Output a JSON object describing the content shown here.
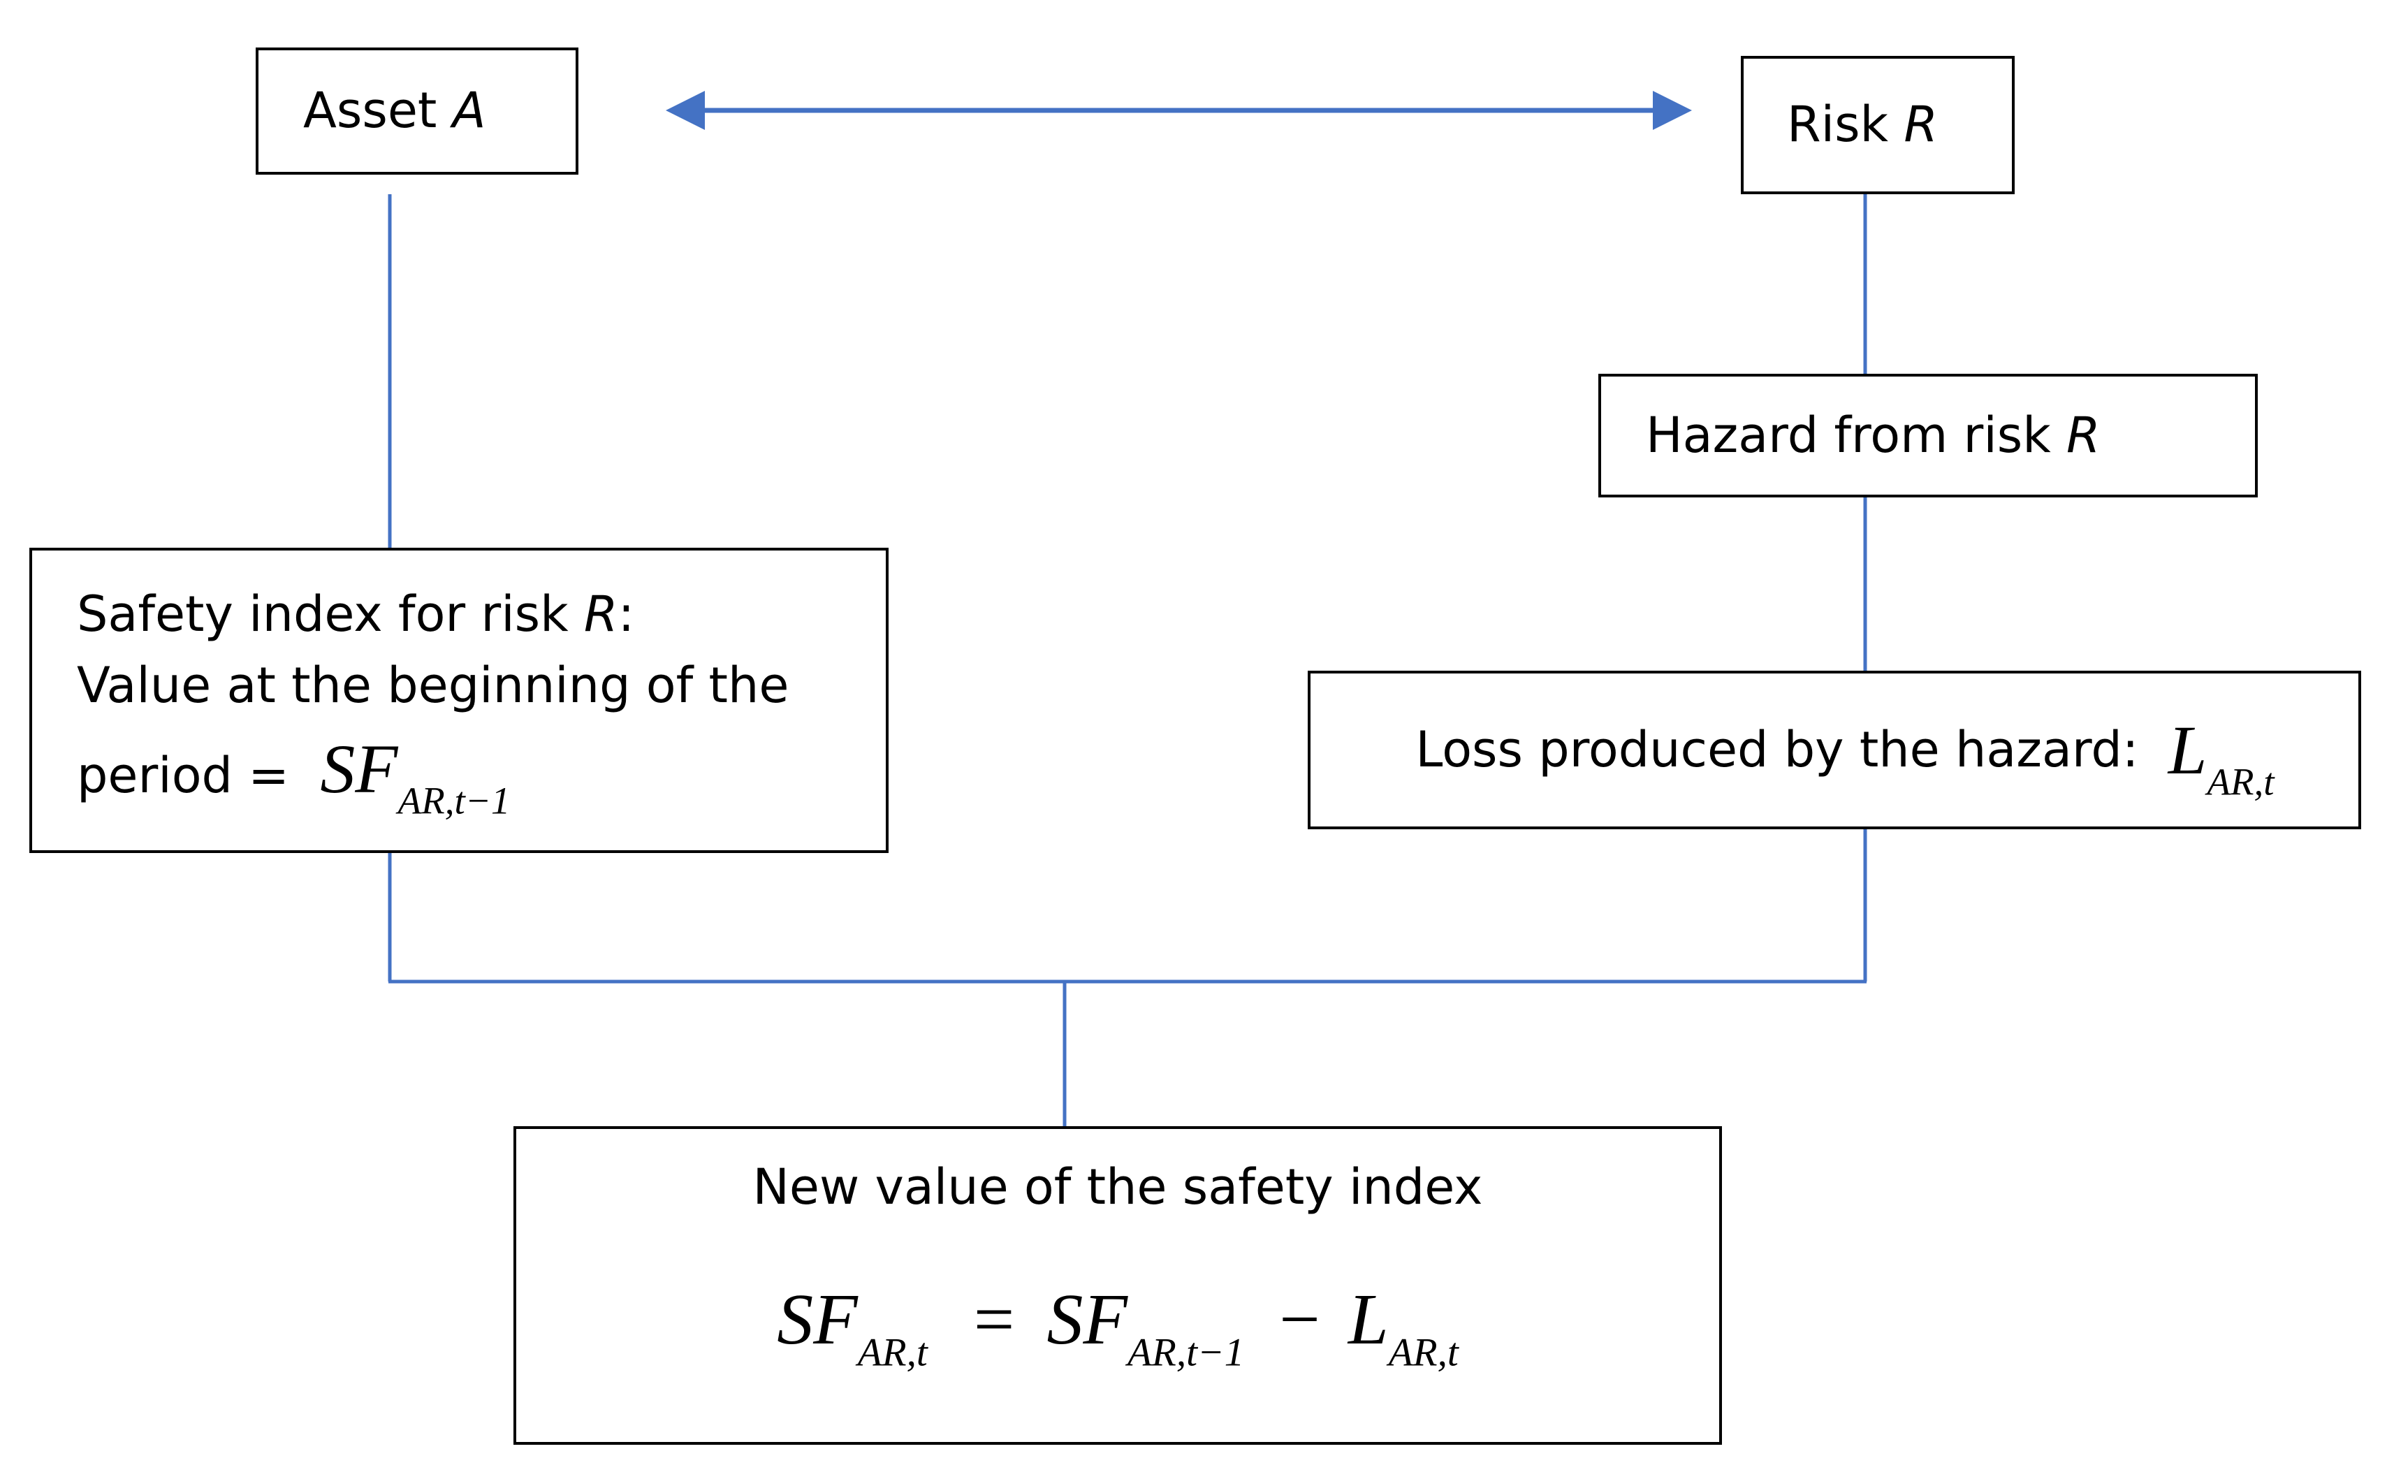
{
  "colors": {
    "connector": "#4472C4",
    "box_border": "#000000",
    "background": "#ffffff"
  },
  "asset_box": {
    "label": "Asset ",
    "var": "A"
  },
  "risk_box": {
    "label": "Risk ",
    "var": "R"
  },
  "hazard_box": {
    "label": "Hazard from risk ",
    "var": "R"
  },
  "safety_box": {
    "line1": "Safety index for risk ",
    "line1_var": "R",
    "line1_suffix": ":",
    "line2": "Value at the beginning of the",
    "line3": "period = ",
    "symbol": "SF",
    "subscript": "AR,t−1"
  },
  "loss_box": {
    "label": "Loss produced by the hazard: ",
    "symbol": "L",
    "subscript": "AR,t"
  },
  "new_box": {
    "title": "New value of the safety index",
    "lhs_symbol": "SF",
    "lhs_subscript": "AR,t",
    "equals": "=",
    "rhs_symbol1": "SF",
    "rhs_subscript1": "AR,t−1",
    "minus": "−",
    "rhs_symbol2": "L",
    "rhs_subscript2": "AR,t"
  }
}
